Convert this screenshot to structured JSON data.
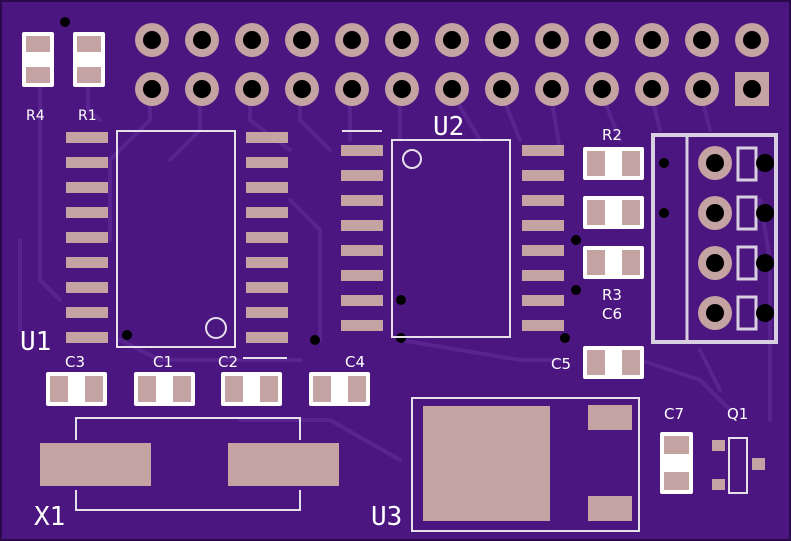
{
  "labels": {
    "R4": "R4",
    "R1": "R1",
    "R2": "R2",
    "R3": "R3",
    "C6": "C6",
    "C5": "C5",
    "C7": "C7",
    "Q1": "Q1",
    "C3": "C3",
    "C1": "C1",
    "C2": "C2",
    "C4": "C4",
    "U1": "U1",
    "U2": "U2",
    "U3": "U3",
    "X1": "X1"
  },
  "colors": {
    "board": "#4b167f",
    "board_dark": "#3a0e66",
    "trace": "#5a2490",
    "copper_pad": "#c4a3a3",
    "silkscreen": "#e6e0ea",
    "drill": "#000000"
  },
  "icons": {
    "header": "pin-header-2x13",
    "connector": "pin-header-1x4"
  }
}
